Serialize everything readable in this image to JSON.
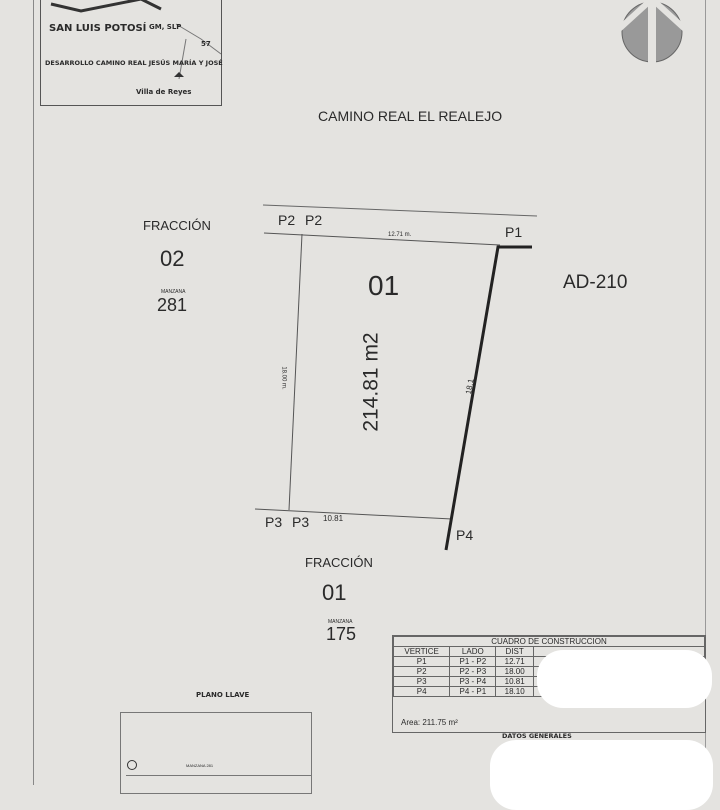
{
  "location_map": {
    "state": "SAN LUIS POTOSÍ",
    "city": "GM, SLP",
    "road": "57",
    "development": "DESARROLLO CAMINO REAL JESÚS MARÍA Y JOSÉ",
    "town": "Villa de Reyes"
  },
  "street": "CAMINO REAL EL REALEJO",
  "neighbors": {
    "left": {
      "label": "FRACCIÓN",
      "number": "02",
      "manzana_label": "MANZANA",
      "manzana": "281"
    },
    "right": {
      "label": "AD-210"
    },
    "bottom": {
      "label": "FRACCIÓN",
      "number": "01",
      "manzana_label": "MANZANA",
      "manzana": "175"
    }
  },
  "lot": {
    "number": "01",
    "area": "214.81 m2"
  },
  "vertices": {
    "p1": "P1",
    "p2a": "P2",
    "p2b": "P2",
    "p3a": "P3",
    "p3b": "P3",
    "p4": "P4"
  },
  "dimensions": {
    "top": "12.71 m.",
    "left": "18.00 m.",
    "bottom": "10.81",
    "right": "18.1"
  },
  "construction_table": {
    "title": "CUADRO DE CONSTRUCCION",
    "headers": [
      "VERTICE",
      "LADO",
      "DIST"
    ],
    "rows": [
      [
        "P1",
        "P1 - P2",
        "12.71"
      ],
      [
        "P2",
        "P2 - P3",
        "18.00"
      ],
      [
        "P3",
        "P3 - P4",
        "10.81"
      ],
      [
        "P4",
        "P4 - P1",
        "18.10"
      ]
    ],
    "area": "Area: 211.75 m²"
  },
  "general_data_title": "DATOS GENERALES",
  "key_plan": {
    "title": "PLANO LLAVE",
    "label": "MANZANA 281"
  }
}
